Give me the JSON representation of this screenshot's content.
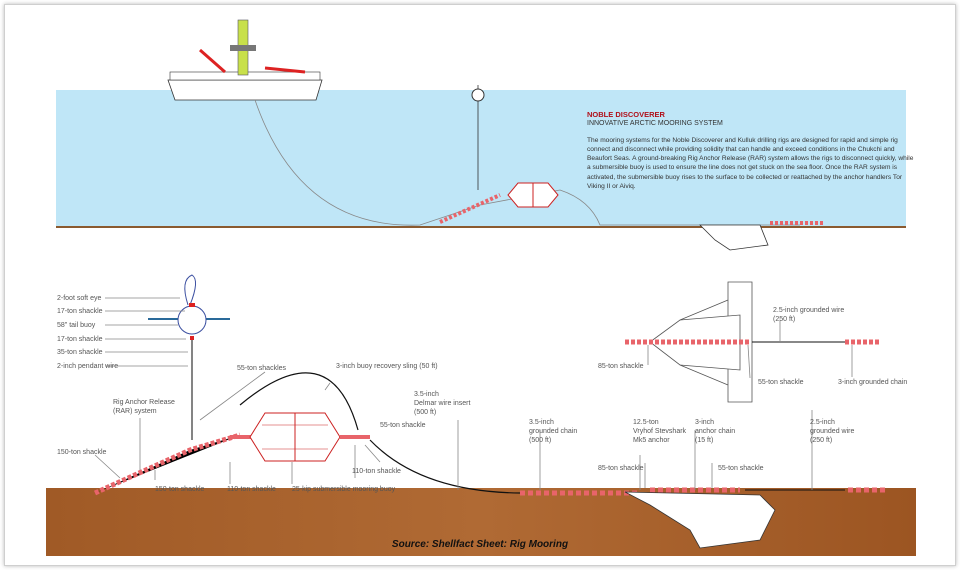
{
  "info": {
    "title": "NOBLE DISCOVERER",
    "subtitle": "INNOVATIVE ARCTIC MOORING SYSTEM",
    "body": "The mooring systems for the Noble Discoverer and Kulluk drilling rigs are designed for rapid and simple rig connect and disconnect while providing solidity that can handle and exceed conditions in the Chukchi and Beaufort Seas. A ground-breaking Rig Anchor Release (RAR) system allows the rigs to disconnect quickly, while a submersible buoy is used to ensure the line does not get stuck on the sea floor. Once the RAR system is activated, the submersible buoy rises to the surface to be collected or reattached by the anchor handlers Tor Viking II or Aiviq."
  },
  "labels": {
    "soft_eye": "2-foot soft eye",
    "shackle17a": "17-ton shackle",
    "tail_buoy": "58\" tail buoy",
    "shackle17b": "17-ton shackle",
    "shackle35": "35-ton shackle",
    "pendant": "2-inch pendant wire",
    "rar1": "Rig Anchor Release",
    "rar2": "(RAR) system",
    "shackle150a": "150-ton shackle",
    "shackle150b": "150-ton shackle",
    "shackles55": "55-ton shackles",
    "shackle110a": "110-ton shackle",
    "buoy25": "25-kip submersible mooring buoy",
    "sling": "3-inch buoy recovery sling (50 ft)",
    "shackle55a": "55-ton shackle",
    "shackle110b": "110-ton shackle",
    "delmar1": "3.5-inch",
    "delmar2": "Delmar wire insert",
    "delmar3": "(500 ft)",
    "gchain1": "3.5-inch",
    "gchain2": "grounded chain",
    "gchain3": "(500 ft)",
    "shackle85a": "85-ton shackle",
    "anchor1": "12.5-ton",
    "anchor2": "Vryhof Stevshark",
    "anchor3": "Mk5 anchor",
    "achain1": "3-inch",
    "achain2": "anchor chain",
    "achain3": "(15 ft)",
    "shackle55b": "55-ton shackle",
    "shackle85b": "85-ton shackle",
    "shackle55c": "55-ton shackle",
    "gwire_top1": "2.5-inch grounded wire",
    "gwire_top2": "(250 ft)",
    "gchain3in": "3-inch grounded chain",
    "gwire1": "2.5-inch",
    "gwire2": "grounded wire",
    "gwire3": "(250 ft)"
  },
  "source": "Source:  Shellfact Sheet: Rig Mooring",
  "colors": {
    "sea": "#bfe6f7",
    "seabed": "#a8622c",
    "chain": "#e8646a",
    "title_red": "#b0101a"
  }
}
